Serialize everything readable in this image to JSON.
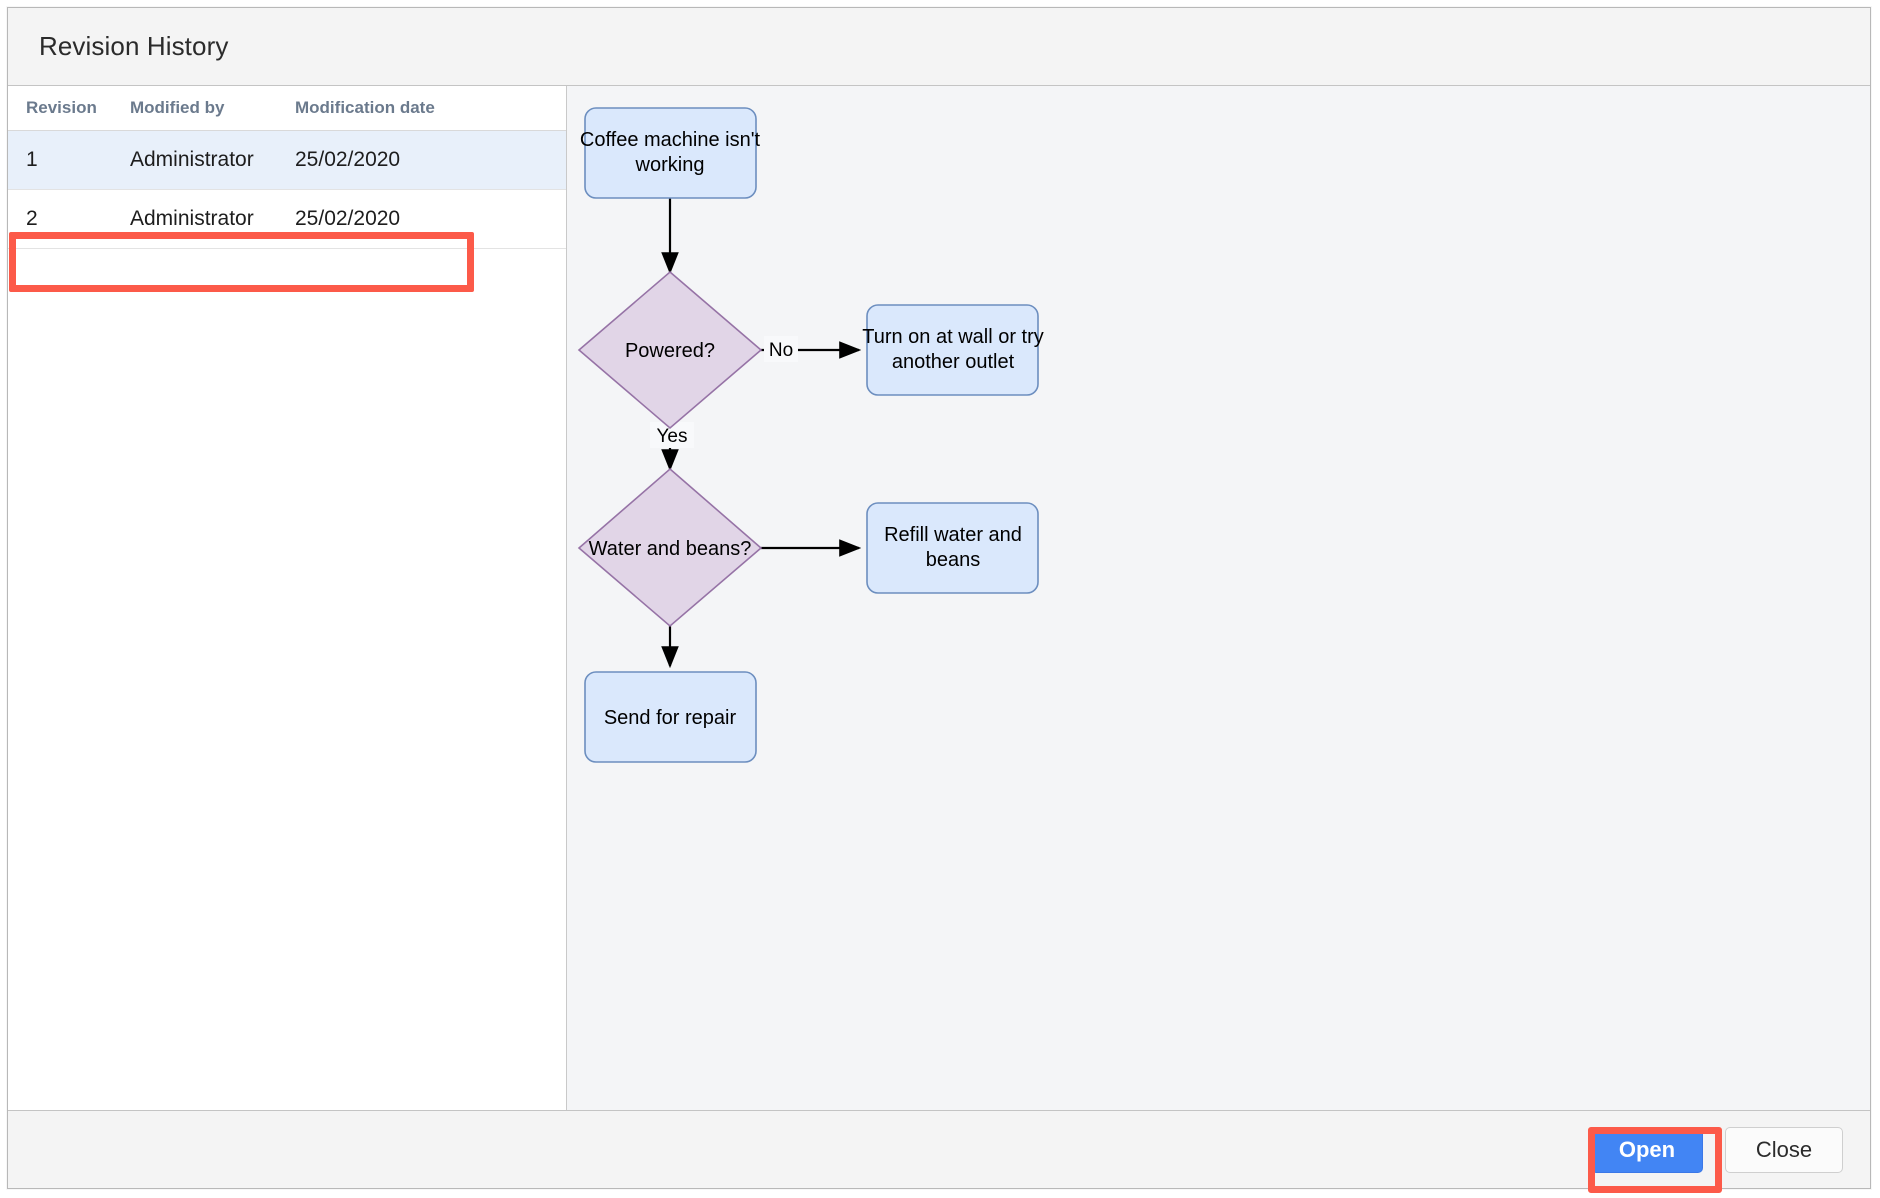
{
  "dialog": {
    "title": "Revision History"
  },
  "table": {
    "headers": [
      "Revision",
      "Modified by",
      "Modification date"
    ],
    "rows": [
      {
        "revision": "1",
        "modified_by": "Administrator",
        "modification_date": "25/02/2020",
        "selected": true
      },
      {
        "revision": "2",
        "modified_by": "Administrator",
        "modification_date": "25/02/2020",
        "selected": false
      }
    ]
  },
  "preview": {
    "diagram": {
      "nodes": [
        {
          "id": "start",
          "type": "process",
          "lines": [
            "Coffee machine isn't",
            "working"
          ]
        },
        {
          "id": "powered",
          "type": "decision",
          "lines": [
            "Powered?"
          ]
        },
        {
          "id": "outlet",
          "type": "process",
          "lines": [
            "Turn on at wall or try",
            "another outlet"
          ]
        },
        {
          "id": "water",
          "type": "decision",
          "lines": [
            "Water and beans?"
          ]
        },
        {
          "id": "refill",
          "type": "process",
          "lines": [
            "Refill water and",
            "beans"
          ]
        },
        {
          "id": "repair",
          "type": "process",
          "lines": [
            "Send for repair"
          ]
        }
      ],
      "edges": [
        {
          "from": "start",
          "to": "powered",
          "label": ""
        },
        {
          "from": "powered",
          "to": "outlet",
          "label": "No"
        },
        {
          "from": "powered",
          "to": "water",
          "label": "Yes"
        },
        {
          "from": "water",
          "to": "refill",
          "label": ""
        },
        {
          "from": "water",
          "to": "repair",
          "label": ""
        }
      ]
    }
  },
  "footer": {
    "open_label": "Open",
    "close_label": "Close"
  },
  "colors": {
    "process_fill": "#dae8fc",
    "process_stroke": "#6c8ebf",
    "decision_fill": "#e1d5e7",
    "decision_stroke": "#9673a6",
    "annotation": "#fc5a49",
    "primary_button": "#4285f4",
    "selected_row": "#e8f0fa",
    "header_text": "#6b7a8d"
  }
}
